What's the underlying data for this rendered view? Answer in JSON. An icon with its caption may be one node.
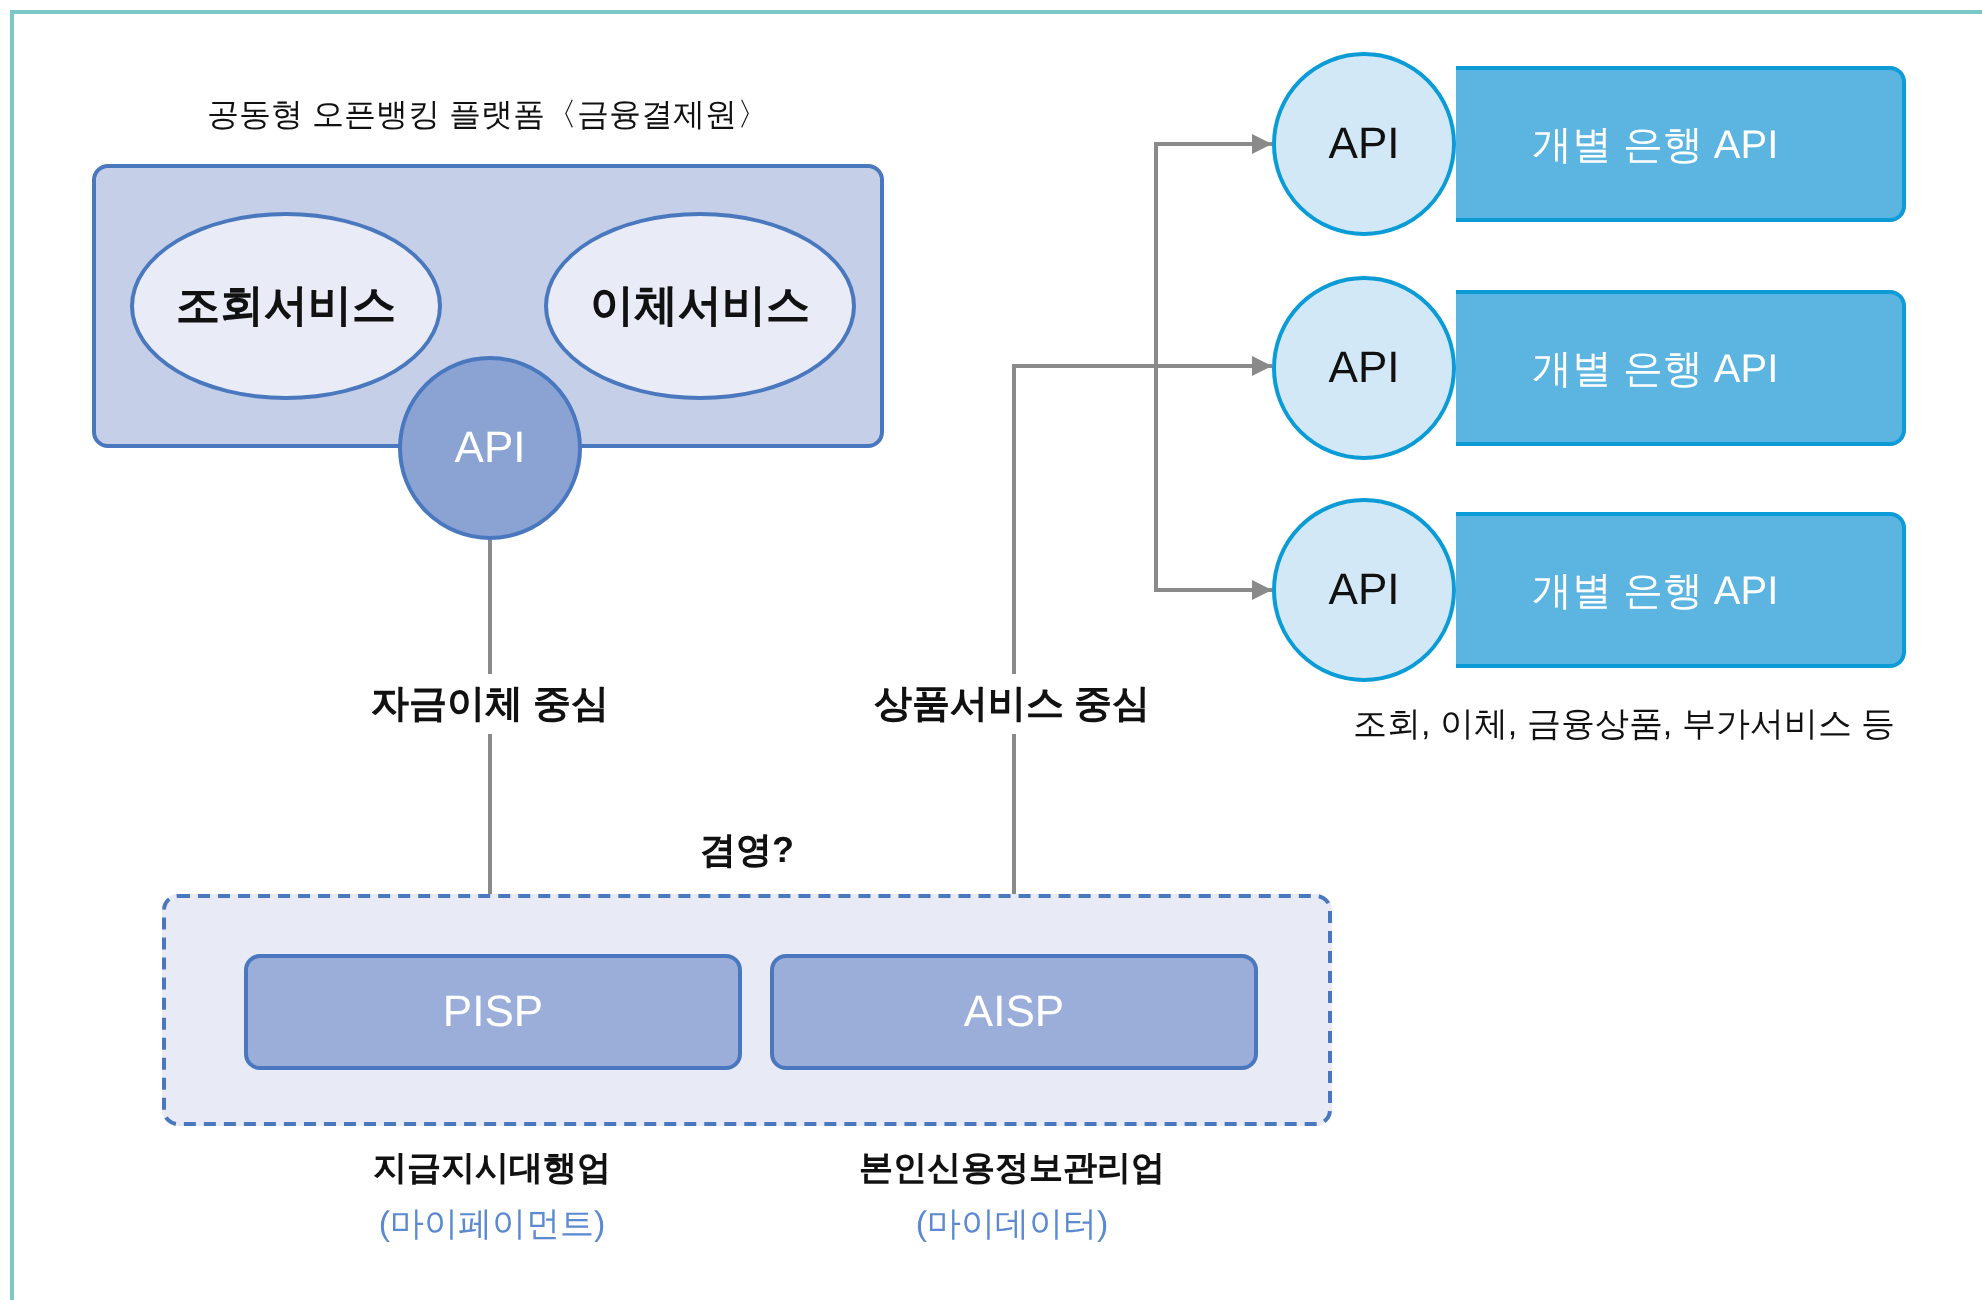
{
  "diagram": {
    "nodes": [
      {
        "text": [
          "공동형 오픈뱅킹 플랫폼〈금융결제원〉"
        ]
      },
      {
        "text": [
          "조회서비스"
        ],
        "in": 0
      },
      {
        "text": [
          "이체서비스"
        ],
        "in": 0
      },
      {
        "text": [
          "API"
        ]
      },
      {
        "text": [
          "API"
        ]
      },
      {
        "text": [
          "개별 은행 API"
        ]
      },
      {
        "text": [
          "API"
        ]
      },
      {
        "text": [
          "개별 은행 API"
        ]
      },
      {
        "text": [
          "API"
        ]
      },
      {
        "text": [
          "개별 은행 API"
        ]
      },
      {
        "text": [
          "겸영?"
        ]
      },
      {
        "text": [
          "PISP"
        ],
        "in": 10,
        "beside": [
          "지급지시대행업",
          "(마이페이먼트)"
        ]
      },
      {
        "text": [
          "AISP"
        ],
        "in": 10,
        "beside": [
          "본인신용정보관리업",
          "(마이데이터)"
        ]
      }
    ],
    "edges": [
      {
        "from": 3,
        "to": 11,
        "arrow": "none",
        "label": "자금이체 중심"
      },
      {
        "from": 12,
        "to": 4,
        "arrow": "to",
        "label": "상품서비스 중심"
      },
      {
        "from": 12,
        "to": 6,
        "arrow": "to"
      },
      {
        "from": 12,
        "to": 8,
        "arrow": "to"
      }
    ],
    "labels": [
      "조회, 이체, 금융상품, 부가서비스 등"
    ]
  }
}
